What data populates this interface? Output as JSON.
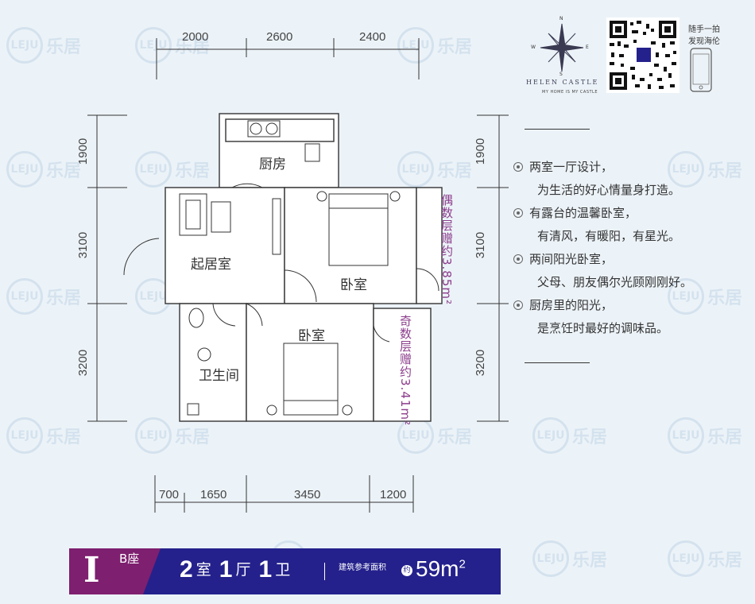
{
  "brand": {
    "name": "HELEN CASTLE",
    "slogan": "MY HOME IS MY CASTLE",
    "compass": {
      "n": "N",
      "s": "S",
      "e": "E",
      "w": "W"
    }
  },
  "scan_prompt": {
    "line1": "随手一拍",
    "line2": "发现海伦"
  },
  "watermark": {
    "badge": "LEJU",
    "text": "乐居"
  },
  "dimensions": {
    "top": [
      "2000",
      "2600",
      "2400"
    ],
    "bottom": [
      "700",
      "1650",
      "3450",
      "1200"
    ],
    "left": [
      "1900",
      "3100",
      "3200"
    ],
    "right": [
      "1900",
      "3100",
      "3200"
    ]
  },
  "rooms": {
    "kitchen": "厨房",
    "living": "起居室",
    "bedroom_main": "卧室",
    "bedroom_second": "卧室",
    "bathroom": "卫生间",
    "balcony_even": "偶数层赠约3.85m²",
    "balcony_odd": "奇数层赠约3.41m²"
  },
  "features": [
    {
      "line": "两室一厅设计，",
      "bullet": true
    },
    {
      "line": "为生活的好心情量身打造。",
      "bullet": false
    },
    {
      "line": "有露台的温馨卧室，",
      "bullet": true
    },
    {
      "line": "有清风，有暖阳，有星光。",
      "bullet": false
    },
    {
      "line": "两间阳光卧室，",
      "bullet": true
    },
    {
      "line": "父母、朋友偶尔光顾刚刚好。",
      "bullet": false
    },
    {
      "line": "厨房里的阳光，",
      "bullet": true
    },
    {
      "line": "是烹饪时最好的调味品。",
      "bullet": false
    }
  ],
  "footer": {
    "type_letter": "I",
    "block": "B座",
    "rooms_num": "2",
    "rooms_unit": "室",
    "halls_num": "1",
    "halls_unit": "厅",
    "baths_num": "1",
    "baths_unit": "卫",
    "area_label": "建筑参考面积",
    "approx": "约",
    "area_value": "59m",
    "area_sup": "2"
  },
  "colors": {
    "background": "#ecf3f8",
    "footer_purple": "#7e1f6f",
    "footer_blue": "#24218c",
    "balcony_text": "#8c3e8c"
  }
}
